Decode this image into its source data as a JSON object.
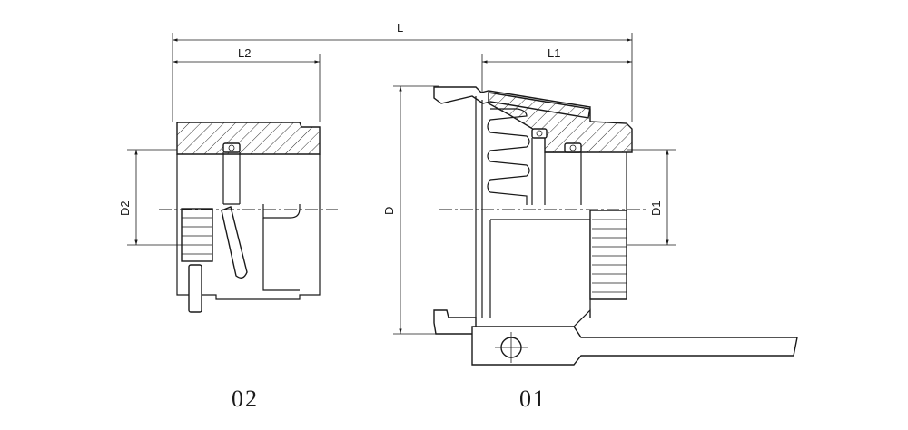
{
  "dimensions": {
    "overall_length": "L",
    "length_part_02": "L2",
    "length_part_01": "L1",
    "outer_diameter": "D",
    "diameter_part_01": "D1",
    "diameter_part_02": "D2"
  },
  "parts": {
    "left_part_label": "02",
    "right_part_label": "01"
  }
}
